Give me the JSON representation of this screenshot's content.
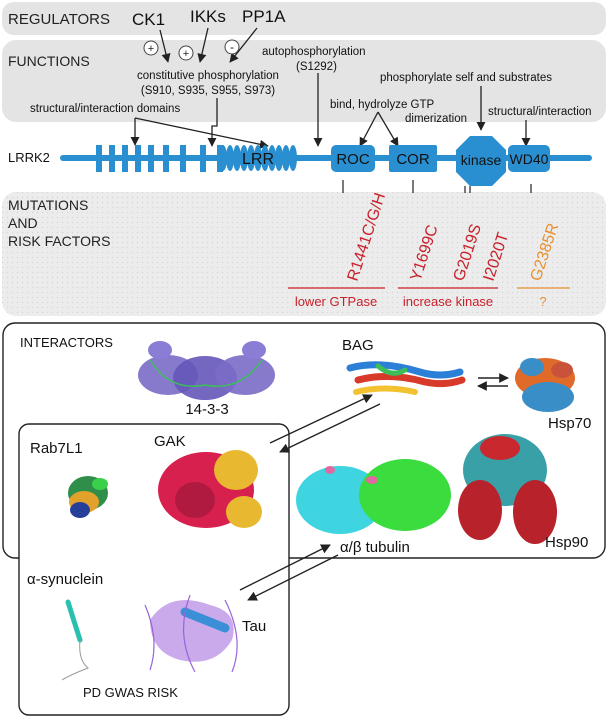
{
  "sections": {
    "regulators": "REGULATORS",
    "functions": "FUNCTIONS",
    "mutations_line1": "MUTATIONS",
    "mutations_line2": "AND",
    "mutations_line3": "RISK FACTORS",
    "interactors": "INTERACTORS"
  },
  "regulators": {
    "ck1": "CK1",
    "ikks": "IKKs",
    "pp1a": "PP1A",
    "plus1": "+",
    "plus2": "+",
    "minus": "-"
  },
  "functions": {
    "constitutive_line1": "constitutive phosphorylation",
    "constitutive_line2": "(S910, S935, S955, S973)",
    "autophos_line1": "autophosphorylation",
    "autophos_line2": "(S1292)",
    "structural_domains": "structural/interaction domains",
    "bind_gtp": "bind, hydrolyze GTP",
    "dimerization": "dimerization",
    "phosphorylate": "phosphorylate self and substrates",
    "structural_interaction": "structural/interaction"
  },
  "protein": {
    "name": "LRRK2",
    "domains": {
      "lrr": "LRR",
      "roc": "ROC",
      "cor": "COR",
      "kinase": "kinase",
      "wd40": "WD40"
    }
  },
  "mutations": {
    "m1": "R1441C/G/H",
    "m2": "Y1699C",
    "m3": "G2019S",
    "m4": "I2020T",
    "m5": "G2385R",
    "effect1": "lower GTPase",
    "effect2": "increase kinase",
    "effect3": "?"
  },
  "interactors": {
    "p1433": "14-3-3",
    "bag": "BAG",
    "hsp70": "Hsp70",
    "rab7l1": "Rab7L1",
    "gak": "GAK",
    "tubulin": "α/β tubulin",
    "hsp90": "Hsp90",
    "asyn": "α-synuclein",
    "tau": "Tau",
    "gwas": "PD GWAS RISK"
  },
  "colors": {
    "domain_blue": "#2a8fd0",
    "band_gray": "#e6e6e6",
    "mutation_red": "#c8202a",
    "mutation_orange": "#e8902e"
  }
}
